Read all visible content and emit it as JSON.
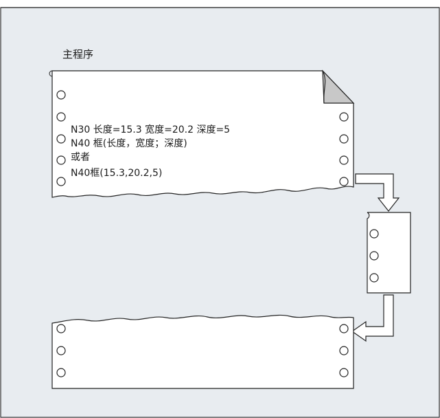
{
  "diagram": {
    "title": "主程序",
    "main_program_lines": [
      "N30 长度=15.3 宽度=20.2 深度=5",
      "N40 框(长度，宽度；深度)",
      "或者",
      "N40框(15.3,20.2,5)"
    ],
    "colors": {
      "background": "#e8ecf0",
      "frame": "#333333",
      "paper": "#ffffff",
      "fold": "#c8c8c8"
    }
  }
}
